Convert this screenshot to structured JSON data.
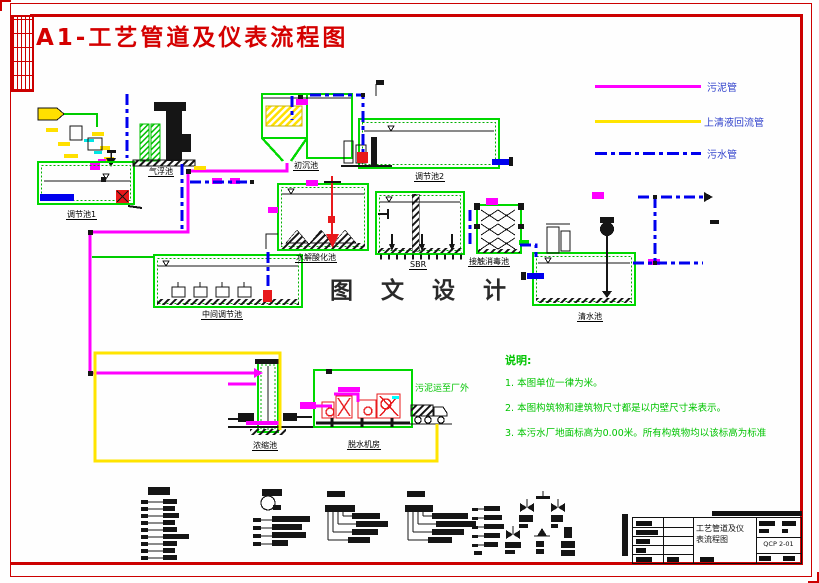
{
  "page_title": "A1-工艺管道及仪表流程图",
  "watermark": "图 文 设 计",
  "legend": {
    "items": [
      {
        "label": "污泥管",
        "color": "#ff00ff",
        "line_style": "solid"
      },
      {
        "label": "上清液回流管",
        "color": "#ffe400",
        "line_style": "solid"
      },
      {
        "label": "污水管",
        "color": "#0000ee",
        "line_style": "dash-dot"
      }
    ]
  },
  "equipment_labels": {
    "tiaojiechi1": "调节池1",
    "qifuchi": "气浮池",
    "chuchenchi": "初沉池",
    "tiaojiechi2": "调节池2",
    "shuijiesuanhuachi": "水解酸化池",
    "sbr": "SBR",
    "jiechuxiaoduchi": "接触消毒池",
    "qingshuichi": "清水池",
    "zhongjiantiaojiechi": "中间调节池",
    "nongsuochi": "浓缩池",
    "tuoshuijifang": "脱水机房"
  },
  "annotations": {
    "sludge_out": "污泥运至厂外"
  },
  "notes": {
    "heading": "说明:",
    "items": [
      "1. 本图单位一律为米。",
      "2. 本图构筑物和建筑物尺寸都是以内壁尺寸来表示。",
      "3. 本污水厂地面标高为0.00米。所有构筑物均以该标高为标准"
    ]
  },
  "title_block": {
    "drawing_title_line1": "工艺管道及仪",
    "drawing_title_line2": "表流程图",
    "drawing_no": "QCP 2-01"
  },
  "colors": {
    "frame": "#cc0000",
    "sludge_pipe": "#ff00ff",
    "supernatant_pipe": "#ffe400",
    "sewage_pipe": "#0000ee",
    "tank_outline": "#00d800",
    "notes_text": "#00c400"
  }
}
